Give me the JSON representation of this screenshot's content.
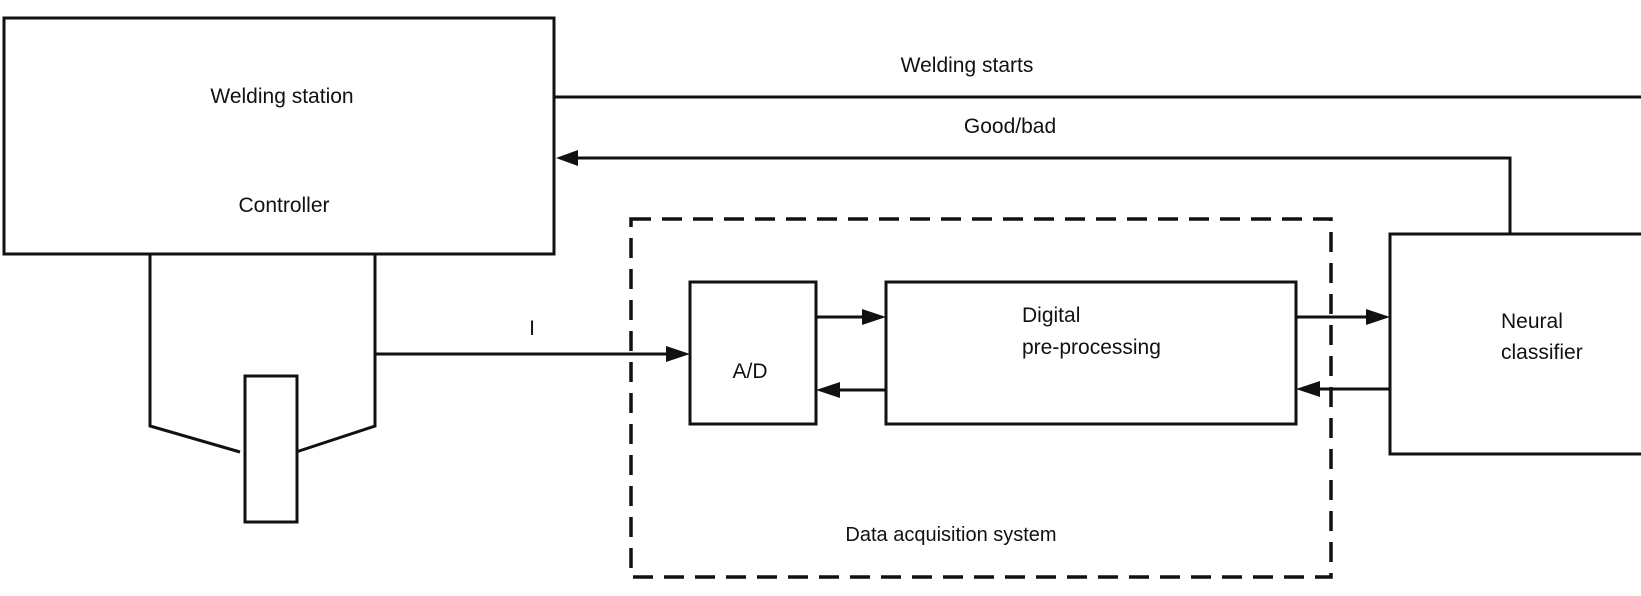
{
  "blocks": {
    "welding_station": "Welding station",
    "controller": "Controller",
    "ad": "A/D",
    "digital_line1": "Digital",
    "digital_line2": "pre-processing",
    "neural_line1": "Neural",
    "neural_line2": "classifier"
  },
  "signals": {
    "welding_starts": "Welding starts",
    "good_bad": "Good/bad",
    "current": "I"
  },
  "groups": {
    "data_acquisition": "Data acquisition system"
  }
}
